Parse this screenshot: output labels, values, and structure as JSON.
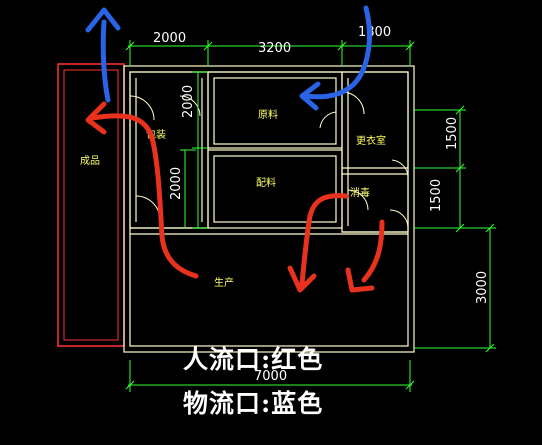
{
  "dimensions": {
    "top_left": "2000",
    "top_middle": "3200",
    "top_right": "1800",
    "left_upper": "2000",
    "left_lower": "2000",
    "right_upper": "1500",
    "right_middle": "1500",
    "right_lower": "3000",
    "bottom": "7000"
  },
  "rooms": {
    "finished_goods": "成品",
    "packing": "包装",
    "raw_material": "原料",
    "mixing": "配料",
    "changing": "更衣室",
    "disinfection": "消毒",
    "production": "生产"
  },
  "legend": {
    "people_flow": "人流口:红色",
    "goods_flow": "物流口:蓝色"
  },
  "colors": {
    "people_flow": "#e8321e",
    "goods_flow": "#2a63e6",
    "walls": "#ffffcc",
    "dimension_lines": "#33ff33",
    "room_labels": "#ffff66",
    "outer_room": "#ff3333"
  }
}
